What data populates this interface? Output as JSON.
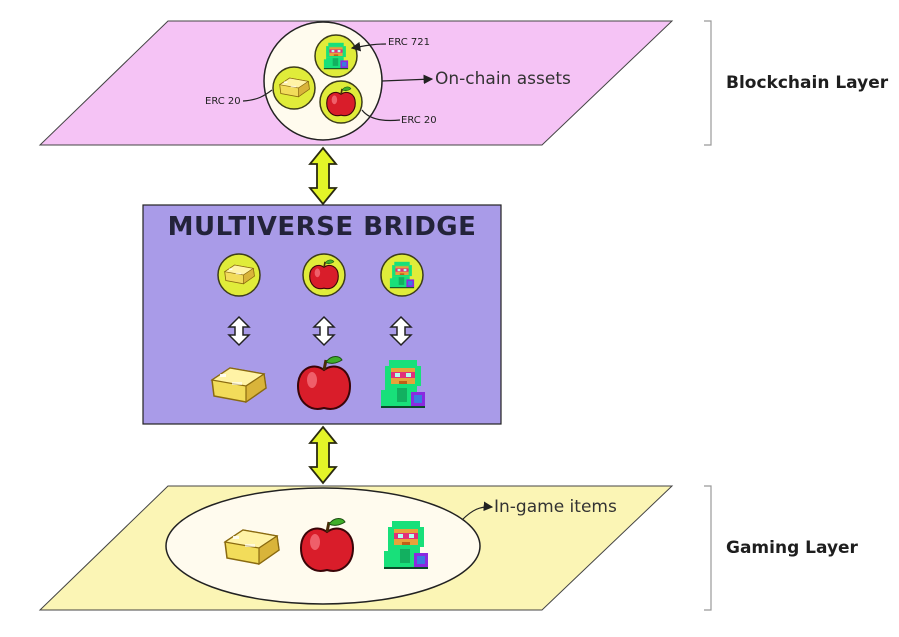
{
  "blockchain_layer": {
    "label": "Blockchain Layer",
    "callout": "On-chain assets",
    "tokens": [
      {
        "standard": "ERC 721",
        "asset": "avatar-icon"
      },
      {
        "standard": "ERC 20",
        "asset": "gold-bar-icon"
      },
      {
        "standard": "ERC 20",
        "asset": "apple-icon"
      }
    ]
  },
  "bridge": {
    "title": "MULTIVERSE BRIDGE",
    "columns": [
      "gold-bar-icon",
      "apple-icon",
      "avatar-icon"
    ]
  },
  "gaming_layer": {
    "label": "Gaming Layer",
    "callout": "In-game items",
    "items": [
      "gold-bar-icon",
      "apple-icon",
      "avatar-icon"
    ]
  },
  "colors": {
    "blockchain_plane": "#f5c3f5",
    "bridge_box": "#a99be8",
    "gaming_plane": "#fbf5b5",
    "connector_arrow": "#e4f528",
    "token_coin": "#e0ec3a"
  }
}
